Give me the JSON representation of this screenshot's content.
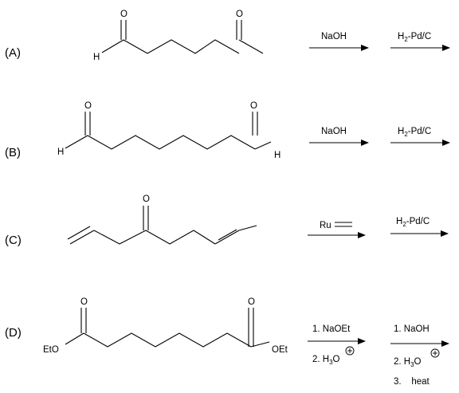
{
  "problems": [
    {
      "label": "(A)",
      "atoms": {
        "o1": "O",
        "o2": "O",
        "h1": "H"
      },
      "step1": {
        "line1": "NaOH"
      },
      "step2": {
        "line1": "H2-Pd/C"
      }
    },
    {
      "label": "(B)",
      "atoms": {
        "o1": "O",
        "o2": "O",
        "h1": "H",
        "h2": "H"
      },
      "step1": {
        "line1": "NaOH"
      },
      "step2": {
        "line1": "H2-Pd/C"
      }
    },
    {
      "label": "(C)",
      "atoms": {
        "o1": "O"
      },
      "step1": {
        "line1": "Ru"
      },
      "step2": {
        "line1": "H2-Pd/C"
      }
    },
    {
      "label": "(D)",
      "atoms": {
        "o1": "O",
        "o2": "O",
        "left_group": "EtO",
        "right_group": "OEt"
      },
      "step1": {
        "line1": "1. NaOEt",
        "line2": "2. H3O"
      },
      "step2": {
        "line1": "1.  NaOH",
        "line2": "2.  H3O",
        "line3": "3.    heat"
      }
    }
  ]
}
